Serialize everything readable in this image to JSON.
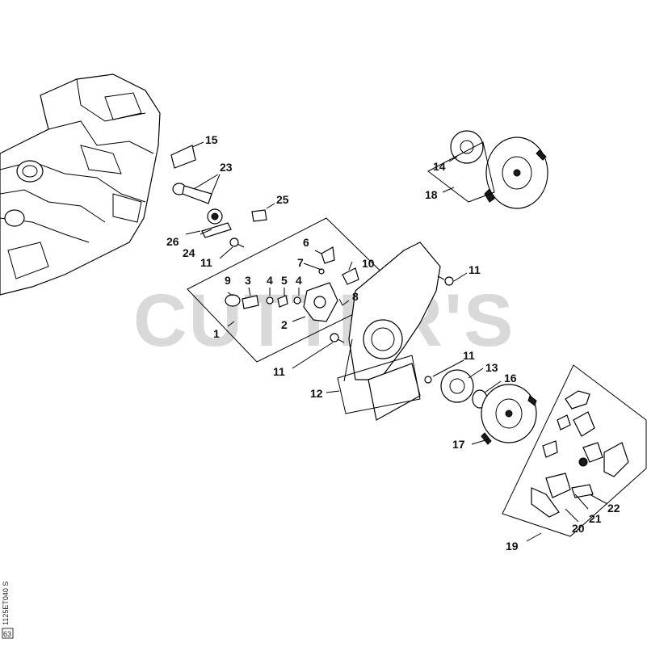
{
  "watermark": "CUTTER'S",
  "drawing_code": "1125ET040 S",
  "corner_mark": "63",
  "callouts": [
    {
      "id": "c1",
      "text": "1"
    },
    {
      "id": "c2",
      "text": "2"
    },
    {
      "id": "c3",
      "text": "3"
    },
    {
      "id": "c4a",
      "text": "4"
    },
    {
      "id": "c4b",
      "text": "4"
    },
    {
      "id": "c5",
      "text": "5"
    },
    {
      "id": "c6",
      "text": "6"
    },
    {
      "id": "c7",
      "text": "7"
    },
    {
      "id": "c8",
      "text": "8"
    },
    {
      "id": "c9",
      "text": "9"
    },
    {
      "id": "c10",
      "text": "10"
    },
    {
      "id": "c11a",
      "text": "11"
    },
    {
      "id": "c11b",
      "text": "11"
    },
    {
      "id": "c11c",
      "text": "11"
    },
    {
      "id": "c11d",
      "text": "11"
    },
    {
      "id": "c12",
      "text": "12"
    },
    {
      "id": "c13",
      "text": "13"
    },
    {
      "id": "c14",
      "text": "14"
    },
    {
      "id": "c15",
      "text": "15"
    },
    {
      "id": "c16",
      "text": "16"
    },
    {
      "id": "c17",
      "text": "17"
    },
    {
      "id": "c18",
      "text": "18"
    },
    {
      "id": "c19",
      "text": "19"
    },
    {
      "id": "c20",
      "text": "20"
    },
    {
      "id": "c21",
      "text": "21"
    },
    {
      "id": "c22",
      "text": "22"
    },
    {
      "id": "c23",
      "text": "23"
    },
    {
      "id": "c24",
      "text": "24"
    },
    {
      "id": "c25",
      "text": "25"
    },
    {
      "id": "c26",
      "text": "26"
    }
  ]
}
